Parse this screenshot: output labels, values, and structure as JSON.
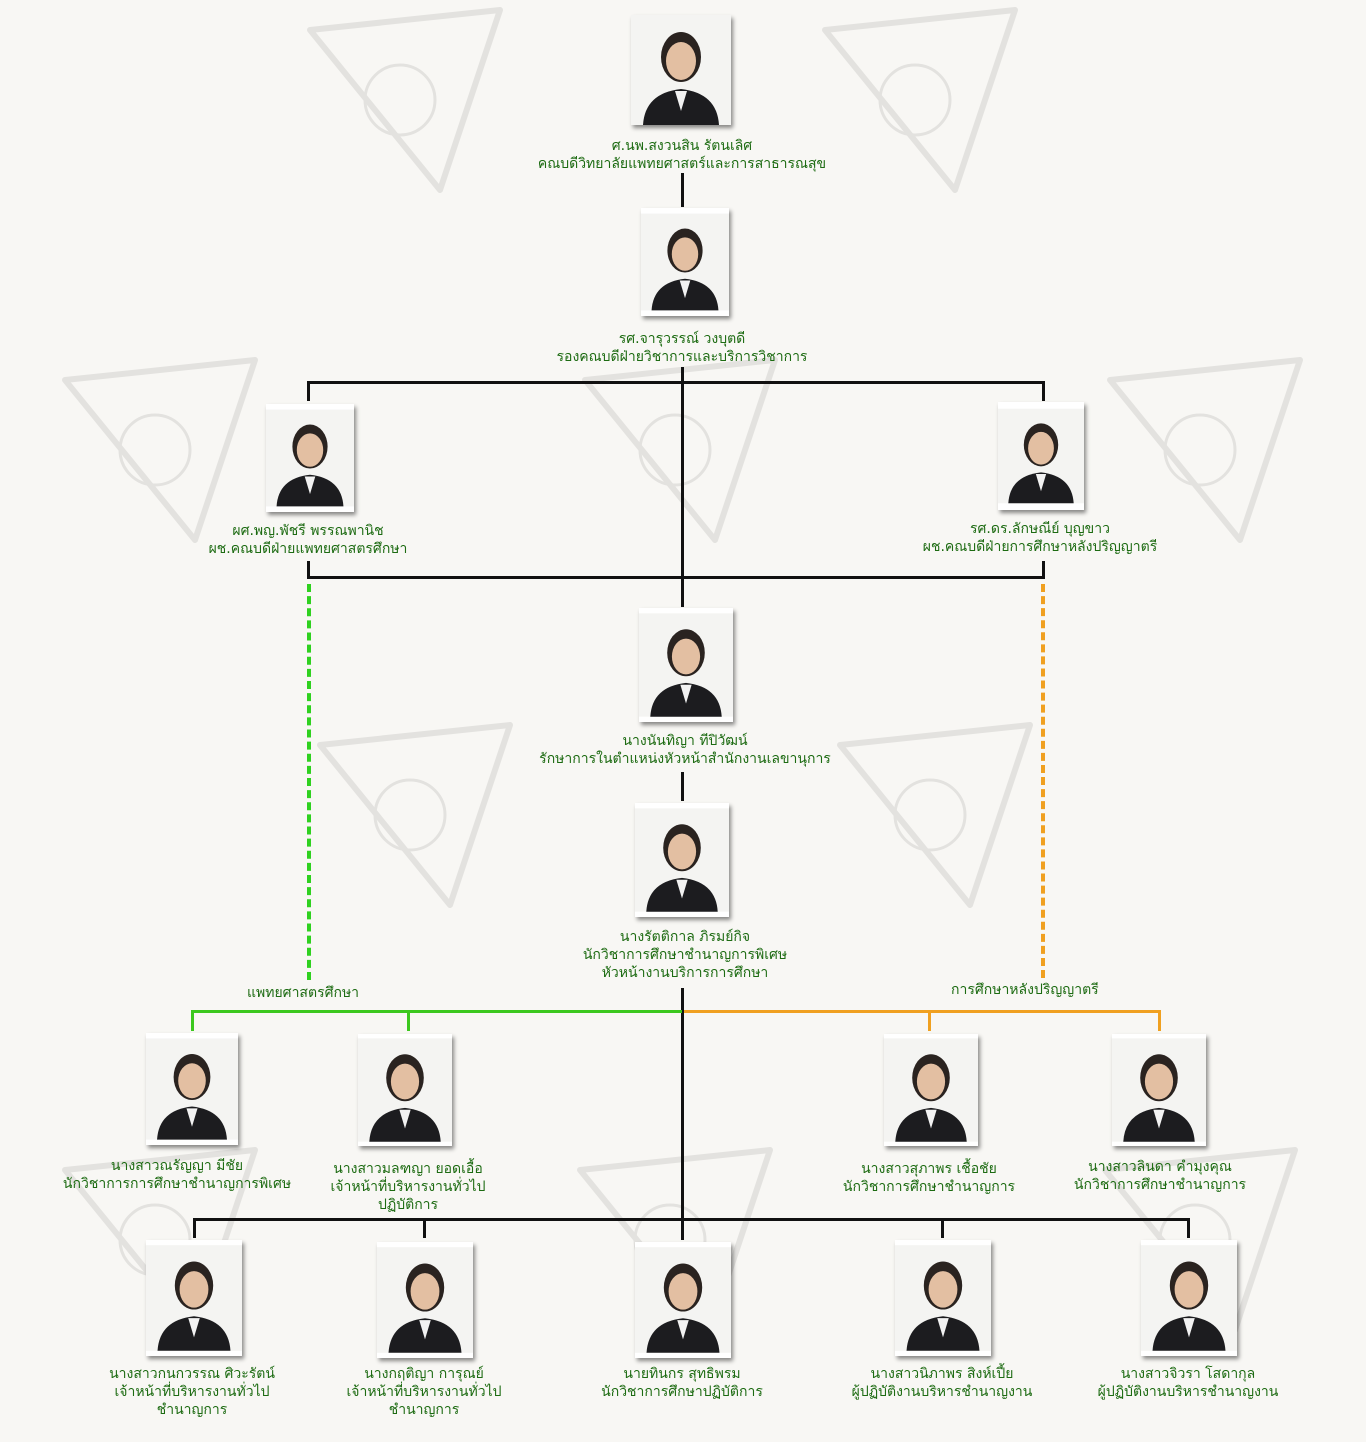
{
  "groups": {
    "medical": "แพทยศาสตรศึกษา",
    "graduate": "การศึกษาหลังปริญญาตรี"
  },
  "colors": {
    "text": "#1d6b12",
    "medical_line": "#2fd11f",
    "graduate_line": "#f0a020",
    "main_line": "#111111"
  },
  "people": [
    {
      "name": "ศ.นพ.สงวนสิน รัตนเลิศ",
      "lines": [
        "คณบดีวิทยาลัยแพทยศาสตร์และการสาธารณสุข"
      ]
    },
    {
      "name": "รศ.จารุวรรณ์ วงบุตดี",
      "lines": [
        "รองคณบดีฝ่ายวิชาการและบริการวิชาการ"
      ]
    },
    {
      "name": "ผศ.พญ.พัชรี พรรณพานิช",
      "lines": [
        "ผช.คณบดีฝ่ายแพทยศาสตรศึกษา"
      ]
    },
    {
      "name": "รศ.ดร.ลักษณีย์ บุญขาว",
      "lines": [
        "ผช.คณบดีฝ่ายการศึกษาหลังปริญญาตรี"
      ]
    },
    {
      "name": "นางนันทิญา ทีปิวัฒน์",
      "lines": [
        "รักษาการในตำแหน่งหัวหน้าสำนักงานเลขานุการ"
      ]
    },
    {
      "name": "นางรัตติกาล ภิรมย์กิจ",
      "lines": [
        "นักวิชาการศึกษาชำนาญการพิเศษ",
        "หัวหน้างานบริการการศึกษา"
      ]
    },
    {
      "name": "นางสาวณรัญญา มีชัย",
      "lines": [
        "นักวิชาการการศึกษาชำนาญการพิเศษ"
      ]
    },
    {
      "name": "นางสาวมลฑญา ยอดเอื้อ",
      "lines": [
        "เจ้าหน้าที่บริหารงานทั่วไป",
        "ปฏิบัติการ"
      ]
    },
    {
      "name": "นางสาวสุภาพร เชื้อชัย",
      "lines": [
        "นักวิชาการศึกษาชำนาญการ"
      ]
    },
    {
      "name": "นางสาวลินดา คำมุงคุณ",
      "lines": [
        "นักวิชาการศึกษาชำนาญการ"
      ]
    },
    {
      "name": "นางสาวกนกวรรณ ศิวะรัตน์",
      "lines": [
        "เจ้าหน้าที่บริหารงานทั่วไป",
        "ชำนาญการ"
      ]
    },
    {
      "name": "นางกฤติญา การุณย์",
      "lines": [
        "เจ้าหน้าที่บริหารงานทั่วไป",
        "ชำนาญการ"
      ]
    },
    {
      "name": "นายทินกร สุทธิพรม",
      "lines": [
        "นักวิชาการศึกษาปฏิบัติการ"
      ]
    },
    {
      "name": "นางสาวนิภาพร สิงห์เปี้ย",
      "lines": [
        "ผู้ปฏิบัติงานบริหารชำนาญงาน"
      ]
    },
    {
      "name": "นางสาวจิวรา โสดากุล",
      "lines": [
        "ผู้ปฏิบัติงานบริหารชำนาญงาน"
      ]
    }
  ]
}
